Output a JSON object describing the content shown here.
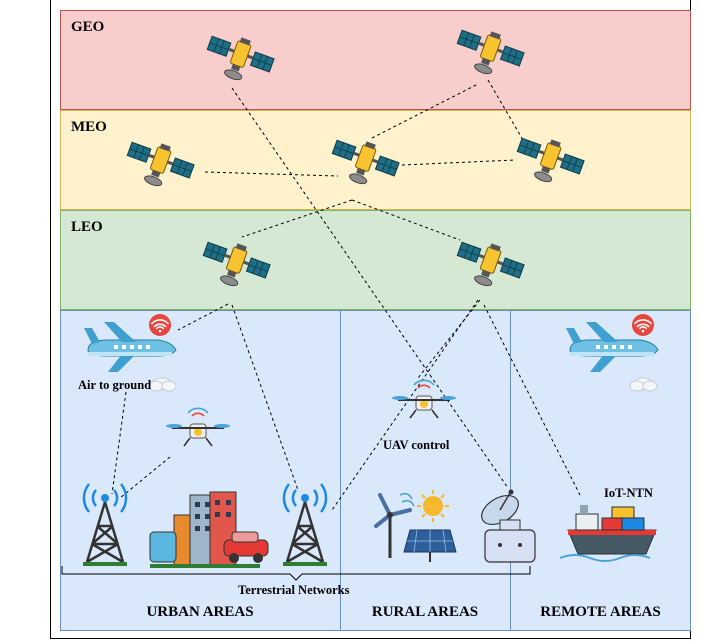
{
  "orbits": {
    "geo": "GEO",
    "meo": "MEO",
    "leo": "LEO"
  },
  "labels": {
    "air_to_ground": "Air to ground",
    "uav_control": "UAV control",
    "iot_ntn": "IoT-NTN",
    "terrestrial_networks": "Terrestrial Networks"
  },
  "areas": {
    "urban": "URBAN AREAS",
    "rural": "RURAL AREAS",
    "remote": "REMOTE AREAS"
  },
  "colors": {
    "geo_band": "#f8cecc",
    "meo_band": "#fff2cc",
    "leo_band": "#d5e8d4",
    "ground_band": "#dae8fc"
  }
}
